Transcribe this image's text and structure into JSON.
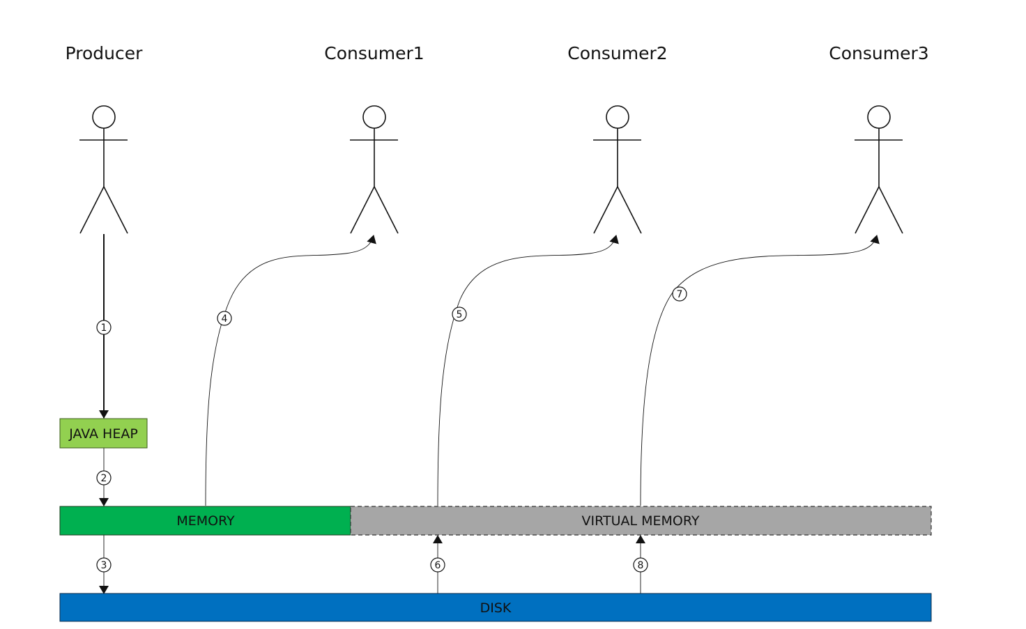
{
  "actors": [
    {
      "id": "producer",
      "label": "Producer"
    },
    {
      "id": "consumer1",
      "label": "Consumer1"
    },
    {
      "id": "consumer2",
      "label": "Consumer2"
    },
    {
      "id": "consumer3",
      "label": "Consumer3"
    }
  ],
  "boxes": {
    "java_heap": {
      "label": "JAVA HEAP",
      "color": "#92d050"
    },
    "memory": {
      "label": "MEMORY",
      "color": "#00b050"
    },
    "virtual_memory": {
      "label": "VIRTUAL MEMORY",
      "color": "#a6a6a6"
    },
    "disk": {
      "label": "DISK",
      "color": "#0070c0"
    }
  },
  "steps": {
    "s1": "1",
    "s2": "2",
    "s3": "3",
    "s4": "4",
    "s5": "5",
    "s6": "6",
    "s7": "7",
    "s8": "8"
  }
}
